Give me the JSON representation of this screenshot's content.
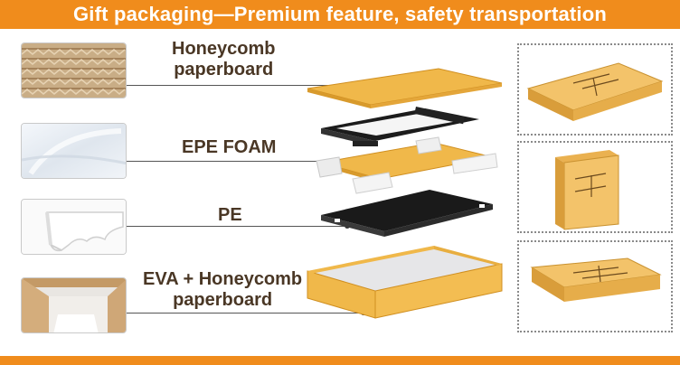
{
  "header": {
    "title": "Gift packaging—Premium feature, safety transportation"
  },
  "layers": [
    {
      "id": "honeycomb",
      "label_line1": "Honeycomb",
      "label_line2": "paperboard"
    },
    {
      "id": "epe",
      "label_line1": "EPE FOAM"
    },
    {
      "id": "pe",
      "label_line1": "PE"
    },
    {
      "id": "eva",
      "label_line1": "EVA + Honeycomb",
      "label_line2": "paperboard"
    }
  ],
  "colors": {
    "accent": "#f08c1c",
    "label_text": "#4a3725",
    "carton": "#f0b84a"
  },
  "product_photos": [
    "carton-angle-photo",
    "carton-upright-photo",
    "carton-flat-photo"
  ]
}
